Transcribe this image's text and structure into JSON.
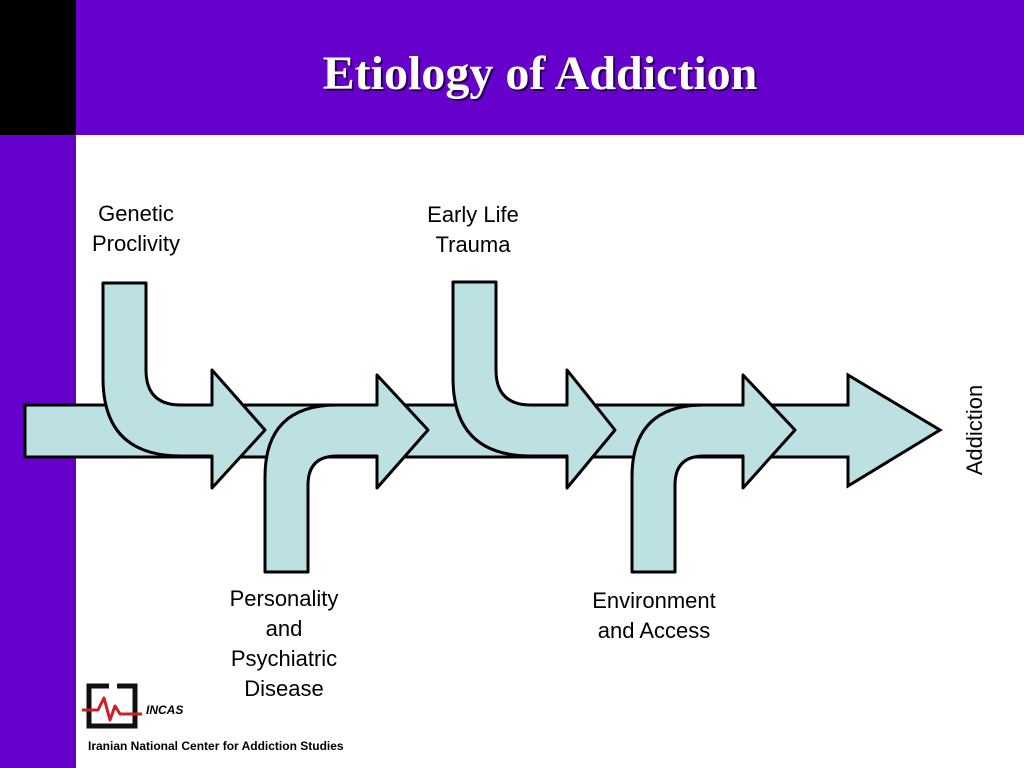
{
  "slide": {
    "title": "Etiology of Addiction",
    "colors": {
      "band": "#6600cc",
      "corner": "#000000",
      "arrow_fill": "#bde0e3",
      "arrow_stroke": "#000000"
    }
  },
  "diagram": {
    "inputs": [
      {
        "id": "genetic",
        "lines": [
          "Genetic",
          "Proclivity"
        ],
        "side": "top"
      },
      {
        "id": "personality",
        "lines": [
          "Personality",
          "and",
          "Psychiatric",
          "Disease"
        ],
        "side": "bottom"
      },
      {
        "id": "trauma",
        "lines": [
          "Early Life",
          "Trauma"
        ],
        "side": "top"
      },
      {
        "id": "environment",
        "lines": [
          "Environment",
          "and Access"
        ],
        "side": "bottom"
      }
    ],
    "outcome": "Addiction"
  },
  "footer": {
    "logo_text": "INCAS",
    "organization": "Iranian National Center for Addiction Studies"
  }
}
